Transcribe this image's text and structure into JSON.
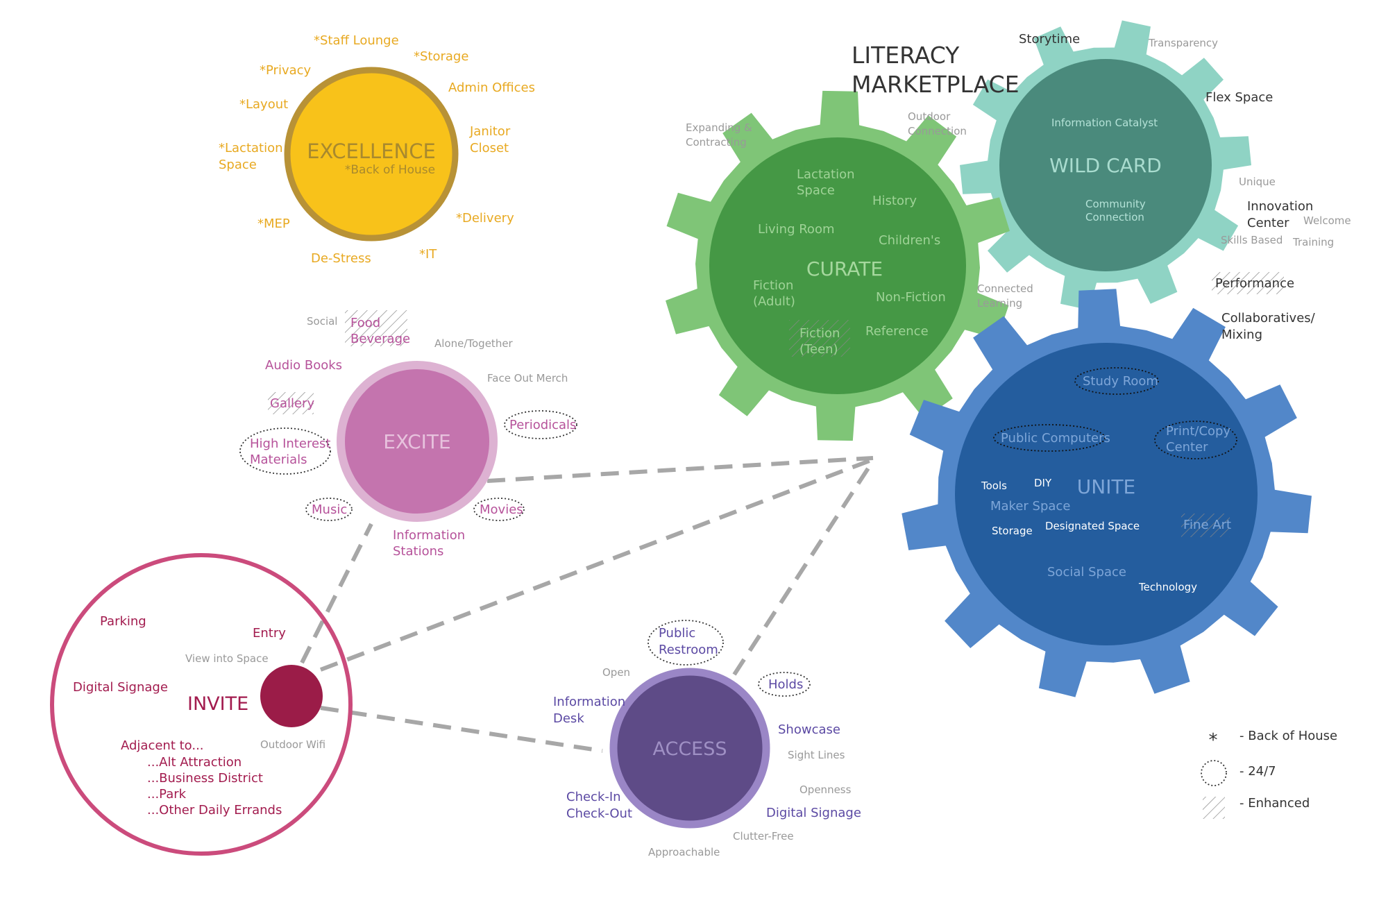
{
  "title": [
    "LITERACY",
    "MARKETPLACE"
  ],
  "colors": {
    "excellence": "#f8c21a",
    "excellence_ring": "#b89236",
    "excellence_text": "#e8a921",
    "excite": "#c474ae",
    "excite_ring": "#ddb2d2",
    "excite_text": "#b6529a",
    "invite": "#9b1c48",
    "invite_ring": "#cb4b7c",
    "invite_text": "#a21b4e",
    "access": "#5e4b87",
    "access_ring": "#9a86c6",
    "access_text": "#5b49a3",
    "curate_gear": "#7fc577",
    "curate": "#459845",
    "wildcard_gear": "#8fd3c4",
    "wildcard": "#4a8a7c",
    "unite_gear": "#5287c9",
    "unite": "#245d9e",
    "grey_text": "#999999",
    "dark_text": "#333333",
    "dash": "#a7a7a7"
  },
  "excellence": {
    "name": "EXCELLENCE",
    "sub": "*Back of House",
    "labels": [
      "*Staff Lounge",
      "*Storage",
      "Admin Offices",
      "Janitor",
      "Closet",
      "*Privacy",
      "*Layout",
      "*Lactation",
      "Space",
      "*MEP",
      "*Delivery",
      "*IT",
      "De-Stress"
    ]
  },
  "excite": {
    "name": "EXCITE",
    "labels": [
      "Social",
      "Food",
      "Beverage",
      "Alone/Together",
      "Audio Books",
      "Face Out Merch",
      "Gallery",
      "Periodicals",
      "High Interest",
      "Materials",
      "Music",
      "Movies",
      "Information",
      "Stations"
    ]
  },
  "invite": {
    "name": "INVITE",
    "labels": [
      "Parking",
      "Entry",
      "View into Space",
      "Digital Signage",
      "Outdoor Wifi",
      "Adjacent to...",
      "...Alt Attraction",
      "...Business District",
      "...Park",
      "...Other Daily Errands"
    ]
  },
  "access": {
    "name": "ACCESS",
    "labels": [
      "Public",
      "Restroom",
      "Open",
      "Holds",
      "Information",
      "Desk",
      "Showcase",
      "Sight Lines",
      "Openness",
      "Check-In",
      "Check-Out",
      "Digital Signage",
      "Clutter-Free",
      "Approachable"
    ]
  },
  "curate": {
    "name": "CURATE",
    "outer": [
      "Expanding &",
      "Contracting",
      "Outdoor",
      "Connection",
      "Connected",
      "Learning"
    ],
    "inner": [
      "Lactation",
      "Space",
      "History",
      "Living Room",
      "Children's",
      "Fiction",
      "(Adult)",
      "Non-Fiction",
      "Fiction",
      "(Teen)",
      "Reference"
    ]
  },
  "wildcard": {
    "name": "WILD CARD",
    "outer": [
      "Storytime",
      "Transparency",
      "Flex Space",
      "Unique",
      "Innovation",
      "Center",
      "Welcome",
      "Skills Based",
      "Training",
      "Performance",
      "Collaboratives/",
      "Mixing"
    ],
    "inner": [
      "Information Catalyst",
      "Community",
      "Connection"
    ]
  },
  "unite": {
    "name": "UNITE",
    "inner": [
      "Study Room",
      "Public Computers",
      "Print/Copy",
      "Center",
      "Tools",
      "DIY",
      "Maker Space",
      "Storage",
      "Designated Space",
      "Fine Art",
      "Social Space",
      "Technology"
    ]
  },
  "legend": {
    "symbol": "*",
    "items": [
      "- Back of House",
      "- 24/7",
      "- Enhanced"
    ]
  }
}
